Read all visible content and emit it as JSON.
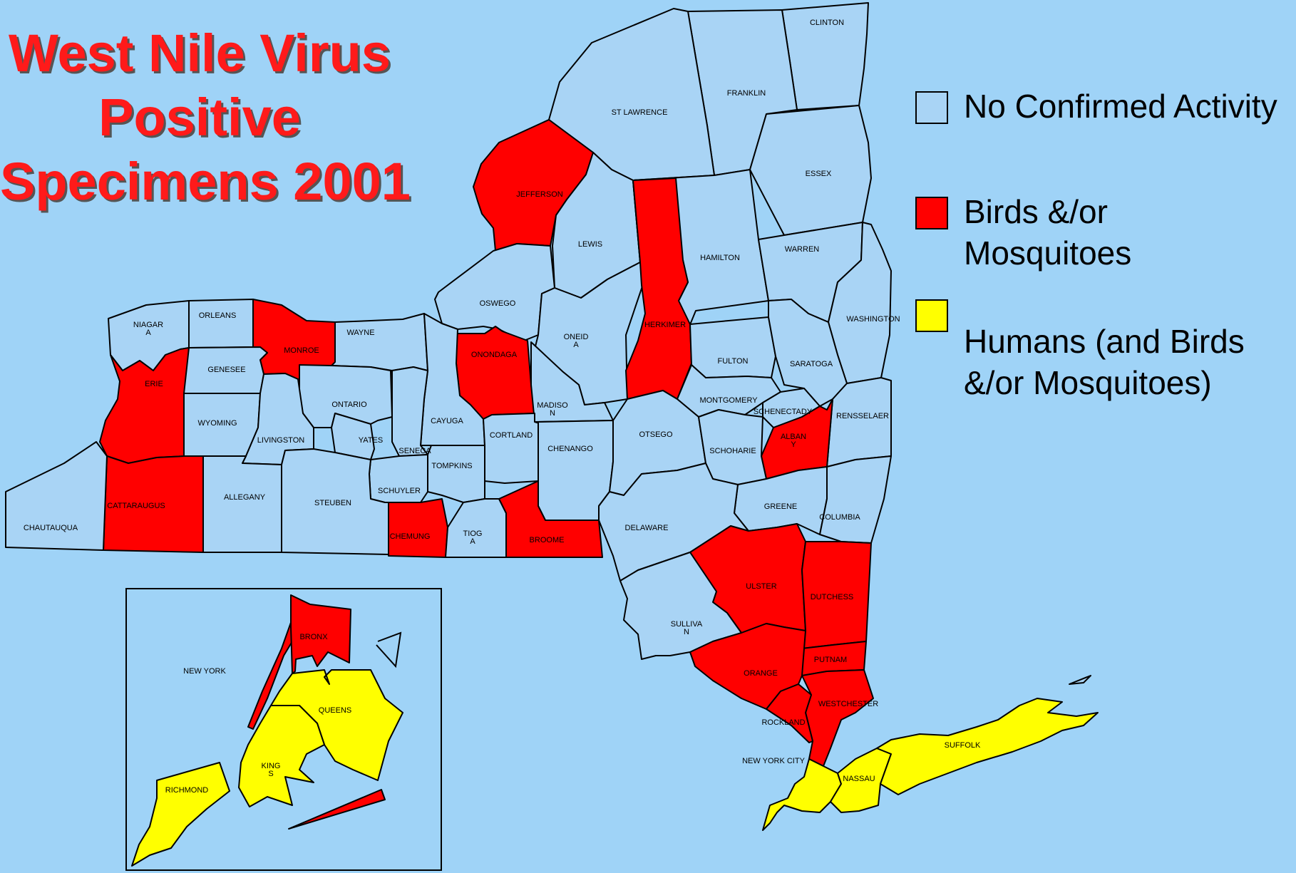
{
  "title": {
    "line1": "West Nile Virus",
    "line2": "Positive",
    "line3": "Specimens 2001"
  },
  "colors": {
    "background": "#9fd3f7",
    "none": "#a9d4f5",
    "bird": "#ff0000",
    "human": "#ffff00",
    "title": "#ff1a1a"
  },
  "legend": [
    {
      "label": "No Confirmed Activity",
      "category": "none"
    },
    {
      "label": " Birds &/or\nMosquitoes",
      "category": "bird"
    },
    {
      "label": "Humans (and Birds\n&/or Mosquitoes)",
      "category": "human"
    }
  ],
  "labels": {
    "CLINTON": "CLINTON",
    "FRANKLIN": "FRANKLIN",
    "ST_LAWRENCE": "ST LAWRENCE",
    "ESSEX": "ESSEX",
    "JEFFERSON": "JEFFERSON",
    "LEWIS": "LEWIS",
    "HAMILTON": "HAMILTON",
    "WARREN": "WARREN",
    "WASHINGTON": "WASHINGTON",
    "OSWEGO": "OSWEGO",
    "NIAGARA": "NIAGAR\nA",
    "ORLEANS": "ORLEANS",
    "MONROE": "MONROE",
    "WAYNE": "WAYNE",
    "ONEIDA": "ONEID\nA",
    "HERKIMER": "HERKIMER",
    "ONONDAGA": "ONONDAGA",
    "FULTON": "FULTON",
    "SARATOGA": "SARATOGA",
    "ERIE": "ERIE",
    "GENESEE": "GENESEE",
    "ONTARIO": "ONTARIO",
    "MADISON": "MADISO\nN",
    "MONTGOMERY": "MONTGOMERY",
    "SCHENECTADY": "SCHENECTADY",
    "RENSSELAER": "RENSSELAER",
    "WYOMING": "WYOMING",
    "CAYUGA": "CAYUGA",
    "CORTLAND": "CORTLAND",
    "ALBANY": "ALBAN\nY",
    "LIVINGSTON": "LIVINGSTON",
    "YATES": "YATES",
    "SENECA": "SENECA",
    "CHENANGO": "CHENANGO",
    "OTSEGO": "OTSEGO",
    "SCHOHARIE": "SCHOHARIE",
    "TOMPKINS": "TOMPKINS",
    "SCHUYLER": "SCHUYLER",
    "ALLEGANY": "ALLEGANY",
    "CATTARAUGUS": "CATTARAUGUS",
    "STEUBEN": "STEUBEN",
    "GREENE": "GREENE",
    "COLUMBIA": "COLUMBIA",
    "CHAUTAUQUA": "CHAUTAUQUA",
    "CHEMUNG": "CHEMUNG",
    "TIOGA": "TIOG\nA",
    "BROOME": "BROOME",
    "DELAWARE": "DELAWARE",
    "ULSTER": "ULSTER",
    "DUTCHESS": "DUTCHESS",
    "SULLIVAN": "SULLIVA\nN",
    "PUTNAM": "PUTNAM",
    "ORANGE": "ORANGE",
    "WESTCHESTER": "WESTCHESTER",
    "ROCKLAND": "ROCKLAND",
    "NEW_YORK_CITY": "NEW YORK CITY",
    "SUFFOLK": "SUFFOLK",
    "NASSAU": "NASSAU",
    "NEW_YORK": "NEW YORK",
    "BRONX": "BRONX",
    "QUEENS": "QUEENS",
    "KINGS": "KING\nS",
    "RICHMOND": "RICHMOND"
  },
  "counties": [
    {
      "id": "CLINTON",
      "status": "none"
    },
    {
      "id": "FRANKLIN",
      "status": "none"
    },
    {
      "id": "ST_LAWRENCE",
      "status": "none"
    },
    {
      "id": "ESSEX",
      "status": "none"
    },
    {
      "id": "JEFFERSON",
      "status": "bird"
    },
    {
      "id": "LEWIS",
      "status": "none"
    },
    {
      "id": "HAMILTON",
      "status": "none"
    },
    {
      "id": "WARREN",
      "status": "none"
    },
    {
      "id": "WASHINGTON",
      "status": "none"
    },
    {
      "id": "OSWEGO",
      "status": "none"
    },
    {
      "id": "NIAGARA",
      "status": "none"
    },
    {
      "id": "ORLEANS",
      "status": "none"
    },
    {
      "id": "MONROE",
      "status": "bird"
    },
    {
      "id": "WAYNE",
      "status": "none"
    },
    {
      "id": "ONEIDA",
      "status": "none"
    },
    {
      "id": "HERKIMER",
      "status": "bird"
    },
    {
      "id": "ONONDAGA",
      "status": "bird"
    },
    {
      "id": "FULTON",
      "status": "none"
    },
    {
      "id": "SARATOGA",
      "status": "none"
    },
    {
      "id": "ERIE",
      "status": "bird"
    },
    {
      "id": "GENESEE",
      "status": "none"
    },
    {
      "id": "ONTARIO",
      "status": "none"
    },
    {
      "id": "MADISON",
      "status": "none"
    },
    {
      "id": "MONTGOMERY",
      "status": "none"
    },
    {
      "id": "SCHENECTADY",
      "status": "none"
    },
    {
      "id": "RENSSELAER",
      "status": "none"
    },
    {
      "id": "WYOMING",
      "status": "none"
    },
    {
      "id": "CAYUGA",
      "status": "none"
    },
    {
      "id": "CORTLAND",
      "status": "none"
    },
    {
      "id": "ALBANY",
      "status": "bird"
    },
    {
      "id": "LIVINGSTON",
      "status": "none"
    },
    {
      "id": "YATES",
      "status": "none"
    },
    {
      "id": "SENECA",
      "status": "none"
    },
    {
      "id": "CHENANGO",
      "status": "none"
    },
    {
      "id": "OTSEGO",
      "status": "none"
    },
    {
      "id": "SCHOHARIE",
      "status": "none"
    },
    {
      "id": "TOMPKINS",
      "status": "none"
    },
    {
      "id": "SCHUYLER",
      "status": "none"
    },
    {
      "id": "ALLEGANY",
      "status": "none"
    },
    {
      "id": "CATTARAUGUS",
      "status": "bird"
    },
    {
      "id": "STEUBEN",
      "status": "none"
    },
    {
      "id": "GREENE",
      "status": "none"
    },
    {
      "id": "COLUMBIA",
      "status": "none"
    },
    {
      "id": "CHAUTAUQUA",
      "status": "none"
    },
    {
      "id": "CHEMUNG",
      "status": "bird"
    },
    {
      "id": "TIOGA",
      "status": "none"
    },
    {
      "id": "BROOME",
      "status": "bird"
    },
    {
      "id": "DELAWARE",
      "status": "none"
    },
    {
      "id": "ULSTER",
      "status": "bird"
    },
    {
      "id": "DUTCHESS",
      "status": "bird"
    },
    {
      "id": "SULLIVAN",
      "status": "none"
    },
    {
      "id": "PUTNAM",
      "status": "bird"
    },
    {
      "id": "ORANGE",
      "status": "bird"
    },
    {
      "id": "WESTCHESTER",
      "status": "bird"
    },
    {
      "id": "ROCKLAND",
      "status": "bird"
    },
    {
      "id": "NEW_YORK_CITY",
      "status": "human"
    },
    {
      "id": "SUFFOLK",
      "status": "human"
    },
    {
      "id": "NASSAU",
      "status": "human"
    },
    {
      "id": "NEW_YORK",
      "status": "bird"
    },
    {
      "id": "BRONX",
      "status": "bird"
    },
    {
      "id": "QUEENS",
      "status": "human"
    },
    {
      "id": "KINGS",
      "status": "human"
    },
    {
      "id": "RICHMOND",
      "status": "human"
    }
  ]
}
